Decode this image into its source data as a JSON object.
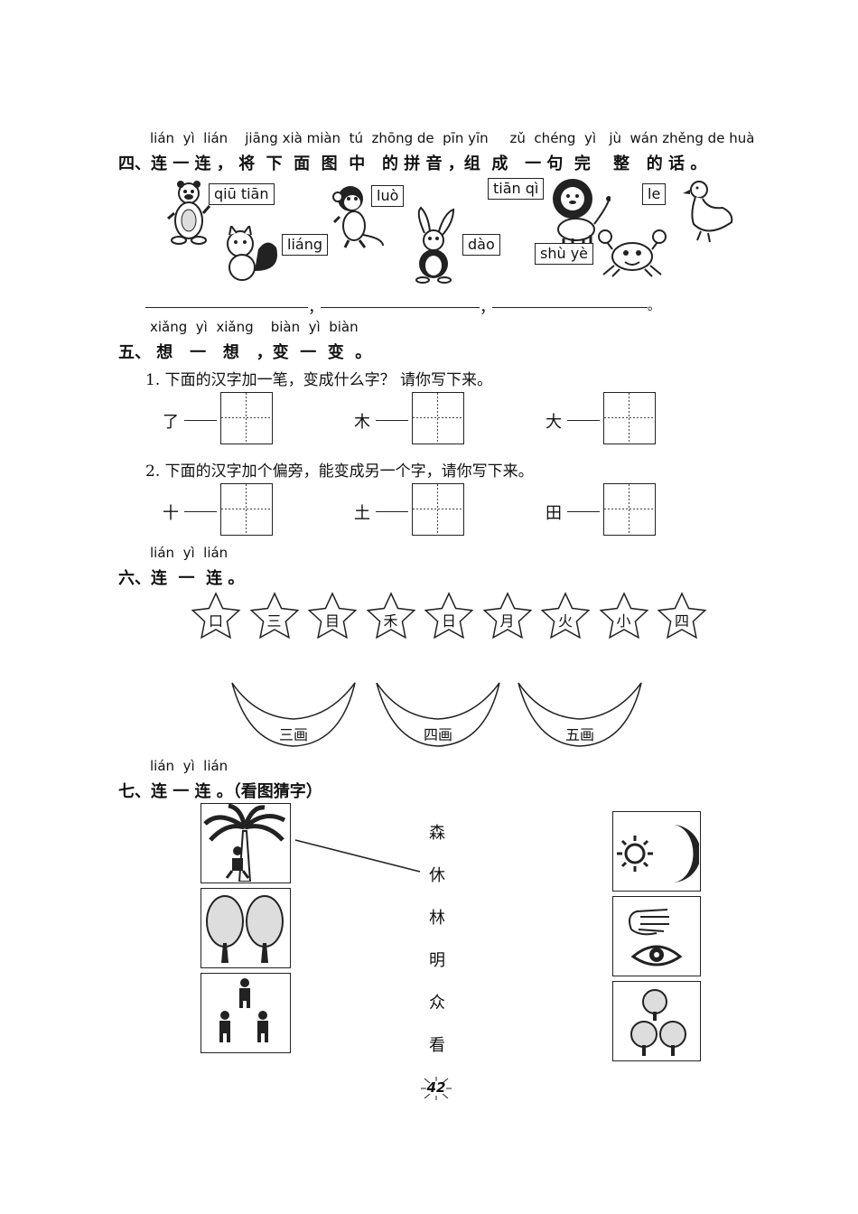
{
  "s4": {
    "pinyin": "lián  yì  lián    jiāng xià miàn  tú  zhōng de  pīn yīn     zǔ  chéng  yì   jù  wán zhěng de huà",
    "heading": "四、连 一 连 ， 将  下  面  图  中   的 拼 音 ，组  成   一 句  完    整   的 话 。",
    "boxes": [
      "qiū tiān",
      "luò",
      "tiān qì",
      "le",
      "liáng",
      "dào",
      "shù yè"
    ],
    "sep1": "，",
    "sep2": "，",
    "end": "。"
  },
  "s5": {
    "pinyin": "xiǎng  yì  xiǎng    biàn  yì  biàn",
    "heading": "五、 想   一   想   ，变  一  变  。",
    "q1": "1. 下面的汉字加一笔，变成什么字？ 请你写下来。",
    "q1_chars": [
      "了",
      "木",
      "大"
    ],
    "q2": "2. 下面的汉字加个偏旁，能变成另一个字，请你写下来。",
    "q2_chars": [
      "十",
      "土",
      "田"
    ]
  },
  "s6": {
    "pinyin": "lián  yì  lián",
    "heading": "六、连  一  连 。",
    "stars": [
      "口",
      "三",
      "目",
      "禾",
      "日",
      "月",
      "火",
      "小",
      "四"
    ],
    "moons": [
      "三画",
      "四画",
      "五画"
    ]
  },
  "s7": {
    "pinyin": "lián  yì  lián",
    "heading": "七、连 一 连 。（看图猜字）",
    "chars": [
      "森",
      "休",
      "林",
      "明",
      "众",
      "看"
    ]
  },
  "page_number": "42"
}
